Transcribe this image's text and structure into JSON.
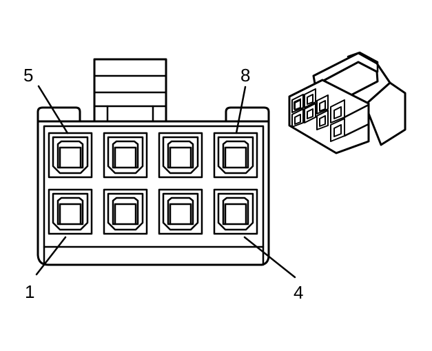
{
  "diagram": {
    "pin_labels": {
      "top_left": "5",
      "top_right": "8",
      "bottom_left": "1",
      "bottom_right": "4"
    },
    "cavity_rows": 2,
    "cavity_columns": 4
  }
}
